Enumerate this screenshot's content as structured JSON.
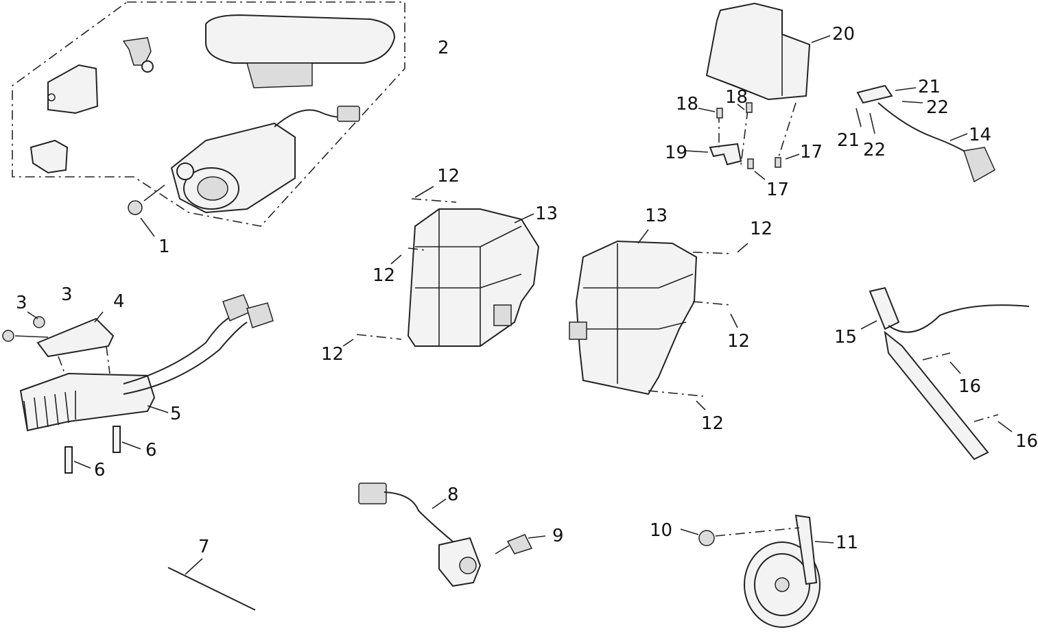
{
  "labels": {
    "l1": "1",
    "l2": "2",
    "l3a": "3",
    "l3b": "3",
    "l4": "4",
    "l5": "5",
    "l6a": "6",
    "l6b": "6",
    "l7": "7",
    "l8": "8",
    "l9": "9",
    "l10": "10",
    "l11": "11",
    "l12a": "12",
    "l12b": "12",
    "l12c": "12",
    "l12d": "12",
    "l12e": "12",
    "l12f": "12",
    "l13a": "13",
    "l13b": "13",
    "l14": "14",
    "l15": "15",
    "l16a": "16",
    "l16b": "16",
    "l17a": "17",
    "l17b": "17",
    "l18a": "18",
    "l18b": "18",
    "l19": "19",
    "l20": "20",
    "l21a": "21",
    "l21b": "21",
    "l22a": "22",
    "l22b": "22"
  }
}
